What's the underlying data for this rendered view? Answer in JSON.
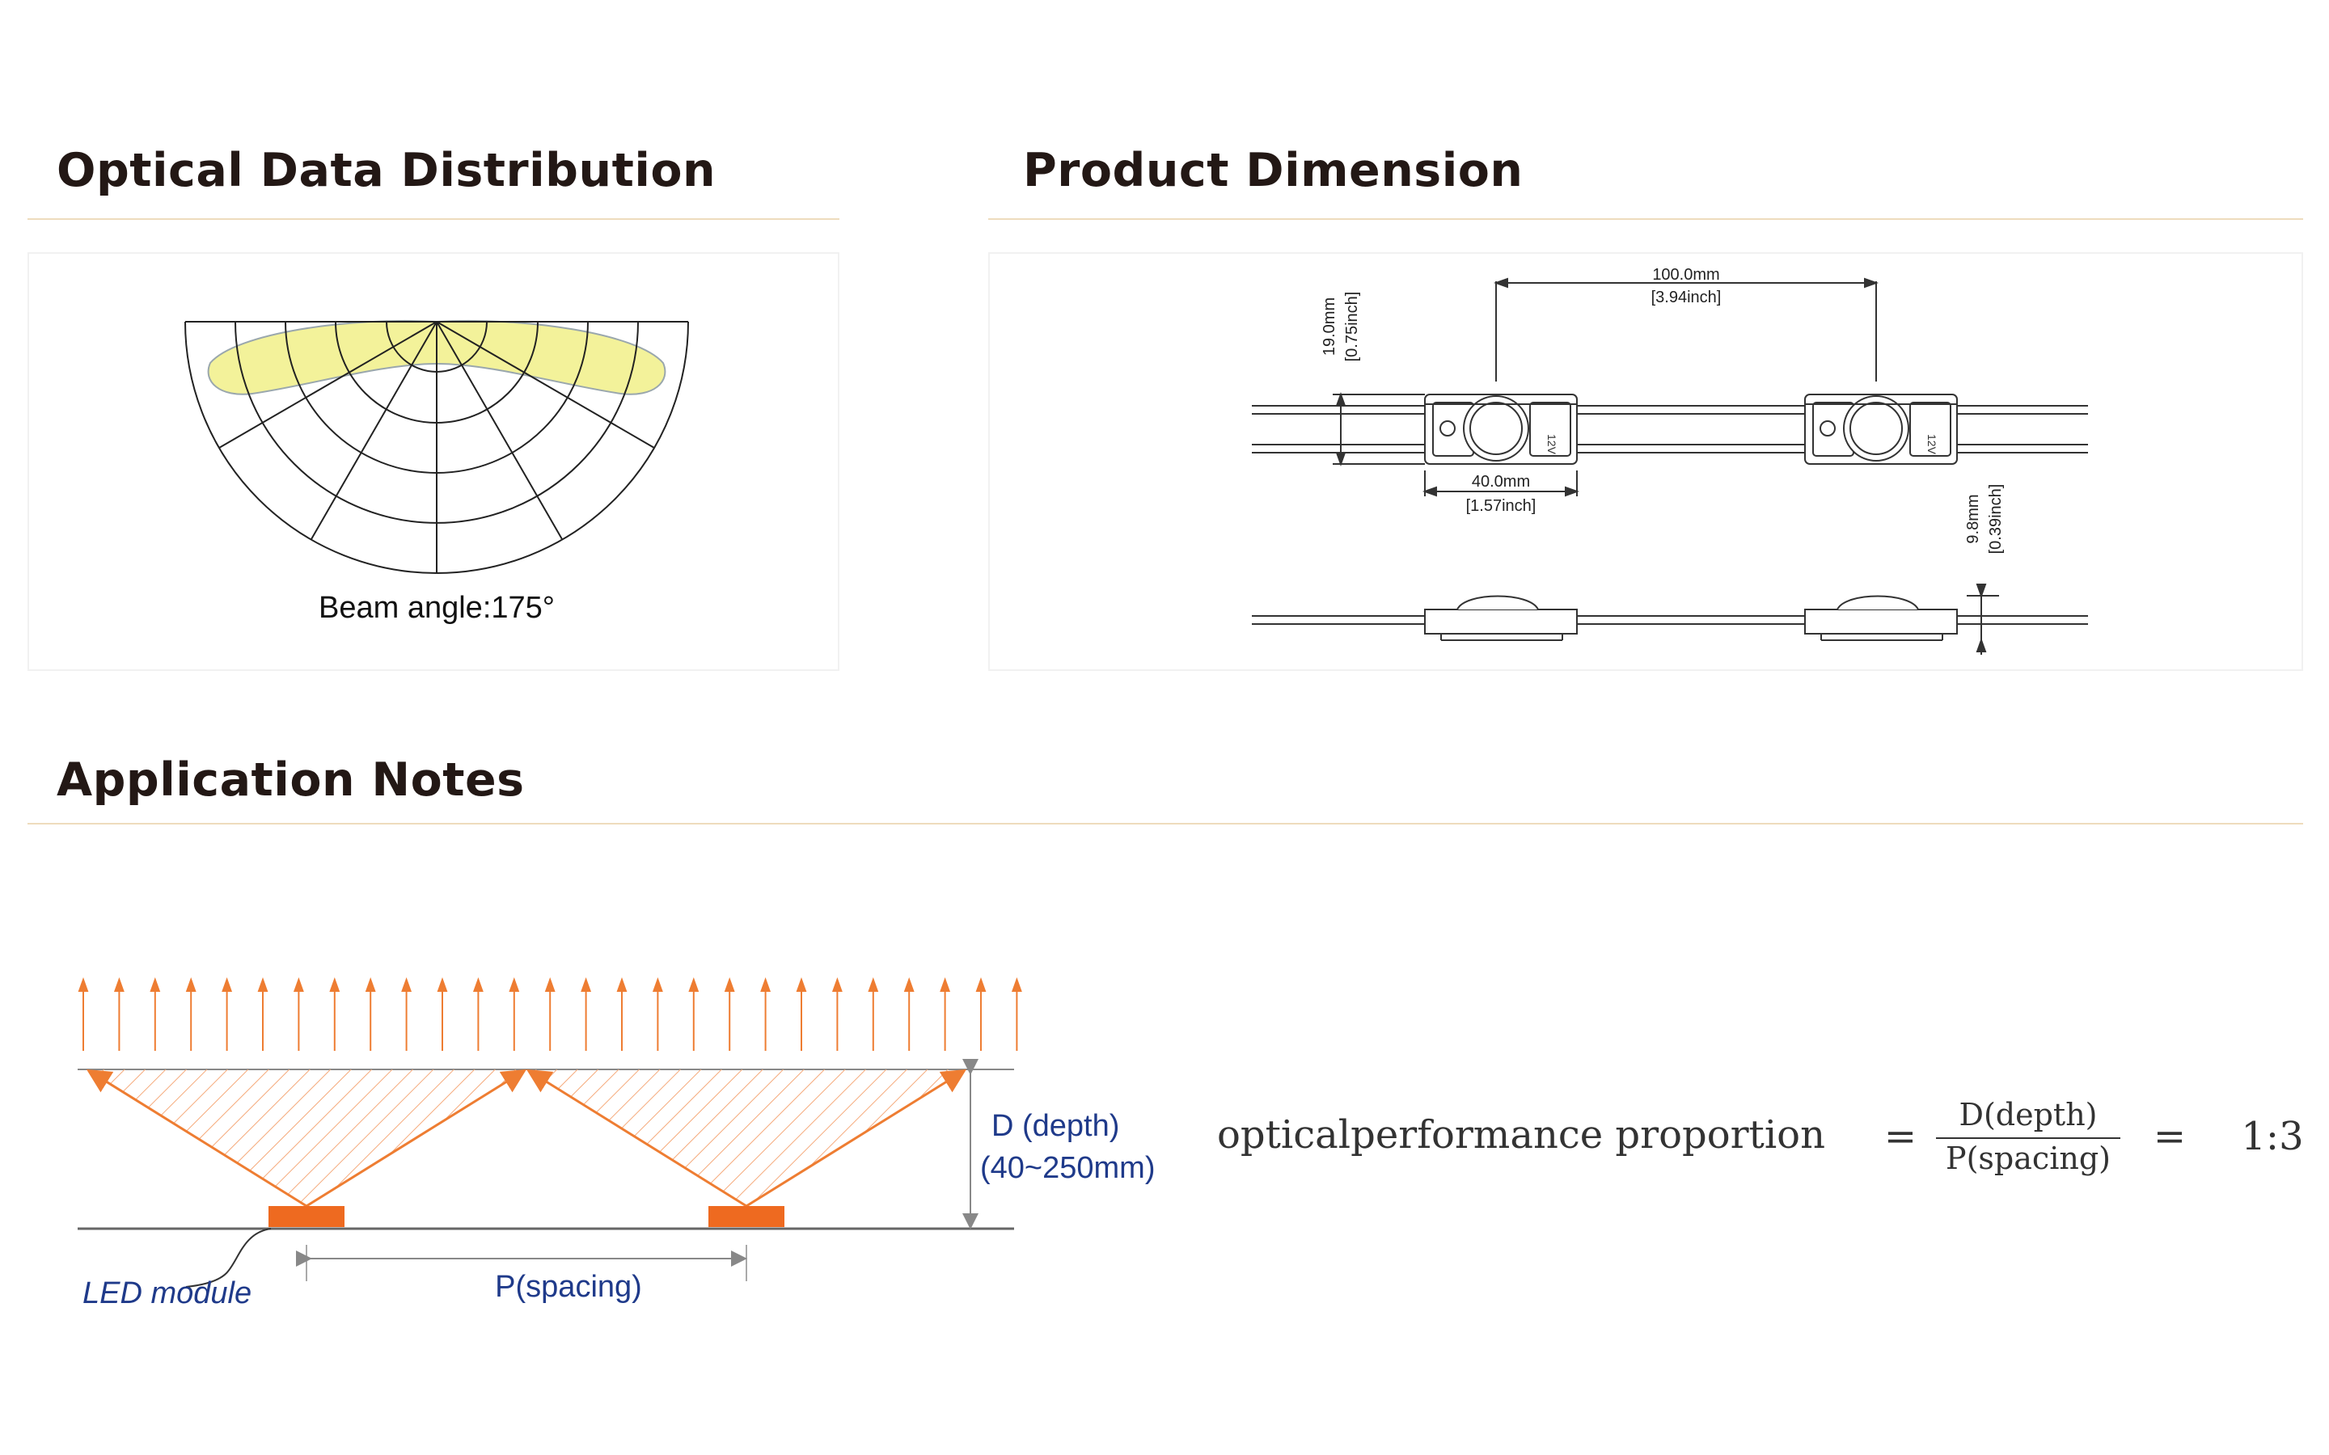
{
  "sections": {
    "optical": {
      "title": "Optical Data Distribution"
    },
    "dimension": {
      "title": "Product Dimension"
    },
    "application": {
      "title": "Application Notes"
    }
  },
  "optical": {
    "beam_angle_label": "Beam angle:175°",
    "beam_color": "#f3f29a"
  },
  "dimension": {
    "spacing_mm": "100.0mm",
    "spacing_inch": "[3.94inch]",
    "width_mm": "19.0mm",
    "width_inch": "[0.75inch]",
    "length_mm": "40.0mm",
    "length_inch": "[1.57inch]",
    "height_mm": "9.8mm",
    "height_inch": "[0.39inch]",
    "voltage_mark": "12V"
  },
  "application": {
    "depth_label": "D (depth)",
    "depth_range": "(40~250mm)",
    "module_label": "LED module",
    "spacing_label": "P(spacing)",
    "arrow_color": "#ee7d32",
    "label_color": "#1f3a8a",
    "formula": {
      "label": "opticalperformance proportion",
      "equals": "=",
      "numerator": "D(depth)",
      "denominator": "P(spacing)",
      "ratio": "1:3"
    }
  }
}
